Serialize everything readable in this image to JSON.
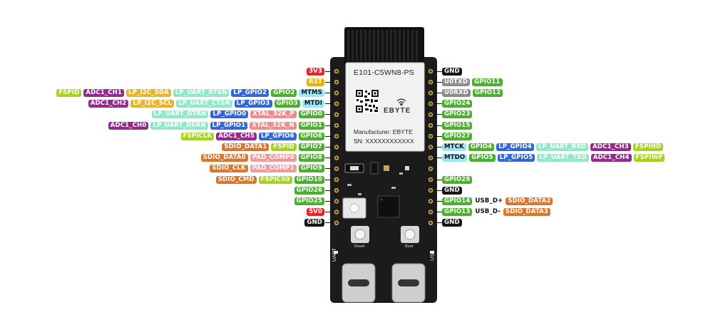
{
  "colors": {
    "power": "#e8262a",
    "rst": "#e5b00a",
    "gnd": "#151515",
    "gpio": "#4caf2f",
    "jtag": "#9be6f7",
    "lp_gpio": "#3566d6",
    "lp_uart": "#8fe8c6",
    "lp_i2c": "#e8b429",
    "adc": "#942a8c",
    "fspi": "#a5d31e",
    "xtal": "#ef8c8c",
    "sdio": "#d9772f",
    "pad": "#ef9a9a",
    "usb": "#ffffff",
    "uart0": "#8c8c8c",
    "board": "#1a1a1a",
    "shield": "#f2f2f2"
  },
  "module": {
    "model": "E101-C5WN8-PS",
    "brand": "EBYTE",
    "manufacturer": "Manufacturer: EBYTE",
    "sn": "SN: XXXXXXXXXXXX"
  },
  "board": {
    "reset_label": "Reset",
    "boot_label": "Boot",
    "uart_label": "UART",
    "usb_label": "USB"
  },
  "left_pins": [
    [
      {
        "t": "3V3",
        "c": "power"
      }
    ],
    [
      {
        "t": "RST",
        "c": "rst"
      }
    ],
    [
      {
        "t": "MTMS",
        "c": "jtag"
      },
      {
        "t": "GPIO2",
        "c": "gpio"
      },
      {
        "t": "LP_GPIO2",
        "c": "lp_gpio"
      },
      {
        "t": "LP_UART_RTSN",
        "c": "lp_uart"
      },
      {
        "t": "LP_I2C_SDA",
        "c": "lp_i2c"
      },
      {
        "t": "ADC1_CH1",
        "c": "adc"
      },
      {
        "t": "FSPID",
        "c": "fspi"
      }
    ],
    [
      {
        "t": "MTDI",
        "c": "jtag"
      },
      {
        "t": "GPIO3",
        "c": "gpio"
      },
      {
        "t": "LP_GPIO3",
        "c": "lp_gpio"
      },
      {
        "t": "LP_UART_CTSN",
        "c": "lp_uart"
      },
      {
        "t": "LP_I2C_SCL",
        "c": "lp_i2c"
      },
      {
        "t": "ADC1_CH2",
        "c": "adc"
      }
    ],
    [
      {
        "t": "GPIO0",
        "c": "gpio"
      },
      {
        "t": "XTAL_32K_P",
        "c": "xtal"
      },
      {
        "t": "LP_GPIO0",
        "c": "lp_gpio"
      },
      {
        "t": "LP_UART_DTRN",
        "c": "lp_uart"
      }
    ],
    [
      {
        "t": "GPIO1",
        "c": "gpio"
      },
      {
        "t": "XTAL_32K_N",
        "c": "xtal"
      },
      {
        "t": "LP_GPIO1",
        "c": "lp_gpio"
      },
      {
        "t": "LP_UART_DSRN",
        "c": "lp_uart"
      },
      {
        "t": "ADC1_CH0",
        "c": "adc"
      }
    ],
    [
      {
        "t": "GPIO6",
        "c": "gpio"
      },
      {
        "t": "LP_GPIO6",
        "c": "lp_gpio"
      },
      {
        "t": "ADC1_CH5",
        "c": "adc"
      },
      {
        "t": "FSPICLK",
        "c": "fspi"
      }
    ],
    [
      {
        "t": "GPIO7",
        "c": "gpio"
      },
      {
        "t": "FSPID",
        "c": "fspi"
      },
      {
        "t": "SDIO_DATA1",
        "c": "sdio"
      }
    ],
    [
      {
        "t": "GPIO8",
        "c": "gpio"
      },
      {
        "t": "PAD_COMP0",
        "c": "pad"
      },
      {
        "t": "SDIO_DATA0",
        "c": "sdio"
      }
    ],
    [
      {
        "t": "GPIO9",
        "c": "gpio"
      },
      {
        "t": "PAD_COMP1",
        "c": "pad"
      },
      {
        "t": "SDIO_CLK",
        "c": "sdio"
      }
    ],
    [
      {
        "t": "GPIO10",
        "c": "gpio"
      },
      {
        "t": "FSPICS0",
        "c": "fspi"
      },
      {
        "t": "SDIO_CMD",
        "c": "sdio"
      }
    ],
    [
      {
        "t": "GPIO26",
        "c": "gpio"
      }
    ],
    [
      {
        "t": "GPIO25",
        "c": "gpio"
      }
    ],
    [
      {
        "t": "5V0",
        "c": "power"
      }
    ],
    [
      {
        "t": "GND",
        "c": "gnd"
      }
    ]
  ],
  "right_pins": [
    [
      {
        "t": "GND",
        "c": "gnd"
      }
    ],
    [
      {
        "t": "U0TXD",
        "c": "uart0"
      },
      {
        "t": "GPIO11",
        "c": "gpio"
      }
    ],
    [
      {
        "t": "U0RXD",
        "c": "uart0"
      },
      {
        "t": "GPIO12",
        "c": "gpio"
      }
    ],
    [
      {
        "t": "GPIO24",
        "c": "gpio"
      }
    ],
    [
      {
        "t": "GPIO23",
        "c": "gpio"
      }
    ],
    [
      {
        "t": "GPIO15",
        "c": "gpio"
      }
    ],
    [
      {
        "t": "GPIO27",
        "c": "gpio"
      }
    ],
    [
      {
        "t": "MTCK",
        "c": "jtag"
      },
      {
        "t": "GPIO4",
        "c": "gpio"
      },
      {
        "t": "LP_GPIO4",
        "c": "lp_gpio"
      },
      {
        "t": "LP_UART_RXD",
        "c": "lp_uart"
      },
      {
        "t": "ADC1_CH3",
        "c": "adc"
      },
      {
        "t": "FSPIHD",
        "c": "fspi"
      }
    ],
    [
      {
        "t": "MTDO",
        "c": "jtag"
      },
      {
        "t": "GPIO5",
        "c": "gpio"
      },
      {
        "t": "LP_GPIO5",
        "c": "lp_gpio"
      },
      {
        "t": "LP_UART_TXD",
        "c": "lp_uart"
      },
      {
        "t": "ADC1_CH4",
        "c": "adc"
      },
      {
        "t": "FSPIWP",
        "c": "fspi"
      }
    ],
    [],
    [
      {
        "t": "GPIO28",
        "c": "gpio"
      }
    ],
    [
      {
        "t": "GND",
        "c": "gnd"
      }
    ],
    [
      {
        "t": "GPIO14",
        "c": "gpio"
      },
      {
        "t": "USB_D+",
        "c": "usb"
      },
      {
        "t": "SDIO_DATA2",
        "c": "sdio"
      }
    ],
    [
      {
        "t": "GPIO13",
        "c": "gpio"
      },
      {
        "t": "USB_D-",
        "c": "usb"
      },
      {
        "t": "SDIO_DATA3",
        "c": "sdio"
      }
    ],
    [
      {
        "t": "GND",
        "c": "gnd"
      }
    ]
  ]
}
